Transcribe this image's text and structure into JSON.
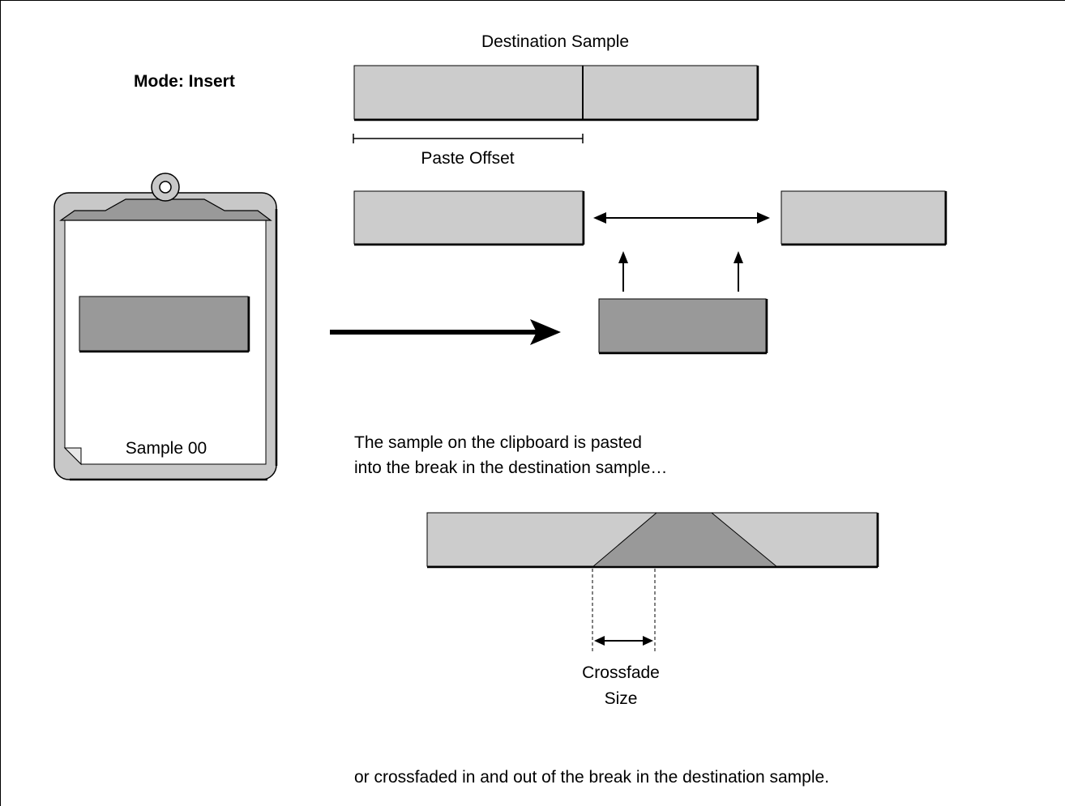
{
  "mode_label": "Mode: Insert",
  "destination_label": "Destination Sample",
  "paste_offset_label": "Paste Offset",
  "clipboard_sample_label": "Sample 00",
  "caption_1": [
    "The sample on the clipboard is pasted",
    "into the break in the destination sample…"
  ],
  "crossfade_label": [
    "Crossfade",
    "Size"
  ],
  "caption_2": "or crossfaded in and out of the break in the destination sample.",
  "colors": {
    "light_block": "#cccccc",
    "dark_block": "#999999",
    "clipboard_frame": "#c8c8c8",
    "line": "#000000"
  }
}
